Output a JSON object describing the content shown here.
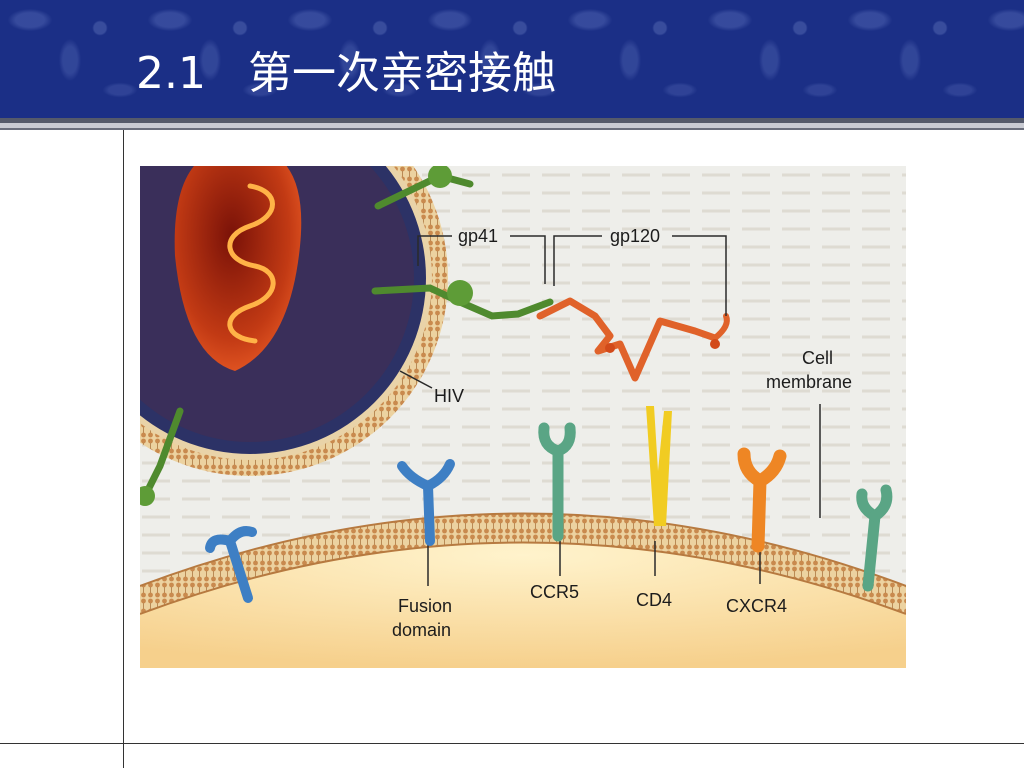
{
  "slide": {
    "section_number": "2.1",
    "title": "第一次亲密接触"
  },
  "diagram": {
    "labels": {
      "gp41": "gp41",
      "gp120": "gp120",
      "hiv": "HIV",
      "cell_membrane_line1": "Cell",
      "cell_membrane_line2": "membrane",
      "fusion_domain_line1": "Fusion",
      "fusion_domain_line2": "domain",
      "ccr5": "CCR5",
      "cd4": "CD4",
      "cxcr4": "CXCR4"
    },
    "colors": {
      "header_background": "#1b2f86",
      "virus_capsid": "#c23a14",
      "rna_strand": "#ffb347",
      "viral_envelope": "#2c3266",
      "gp41": "#4f8a2e",
      "gp120": "#e0622a",
      "fusion_receptor": "#3e7fc4",
      "ccr5": "#5aa585",
      "cd4": "#f1cc22",
      "cxcr4": "#ee8624",
      "membrane": "#d8a864",
      "cytoplasm": "#fbe4b0"
    }
  }
}
